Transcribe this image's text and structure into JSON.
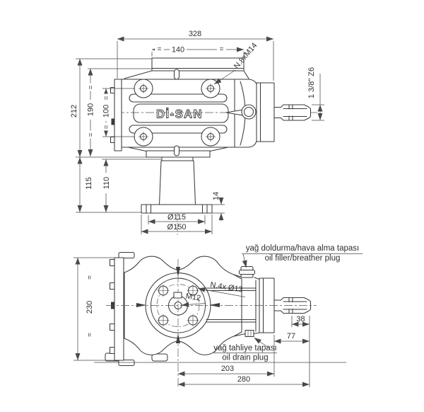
{
  "colors": {
    "background": "#ffffff",
    "line": "#3a3a3a",
    "dim_line": "#4a4a4a",
    "text": "#2f2f2f"
  },
  "brand": "Dİ-SAN",
  "side_view": {
    "total_width": "328",
    "plate_width": "140",
    "total_height": "212",
    "body_height": "190",
    "bolt_spacing": "100",
    "column_height_outer": "115",
    "column_height_inner": "110",
    "flange_thickness": "14",
    "bolt_circle_dia": "Ø115",
    "flange_dia": "Ø150",
    "stud_spec": "N.8xM14",
    "pto_spec": "1 3/8\" Z6",
    "eq": "="
  },
  "front_view": {
    "plate_height": "230",
    "spline_length": "38",
    "shaft_length": "77",
    "center_to_face": "203",
    "overall_length": "280",
    "hole_spec": "N.4x Ø13",
    "thread_spec": "M12",
    "eq": "=",
    "oil_filler_tr": "yağ doldurma/hava alma tapası",
    "oil_filler_en": "oil filler/breather plug",
    "oil_drain_tr": "yağ tahliye tapası",
    "oil_drain_en": "oil drain plug"
  }
}
